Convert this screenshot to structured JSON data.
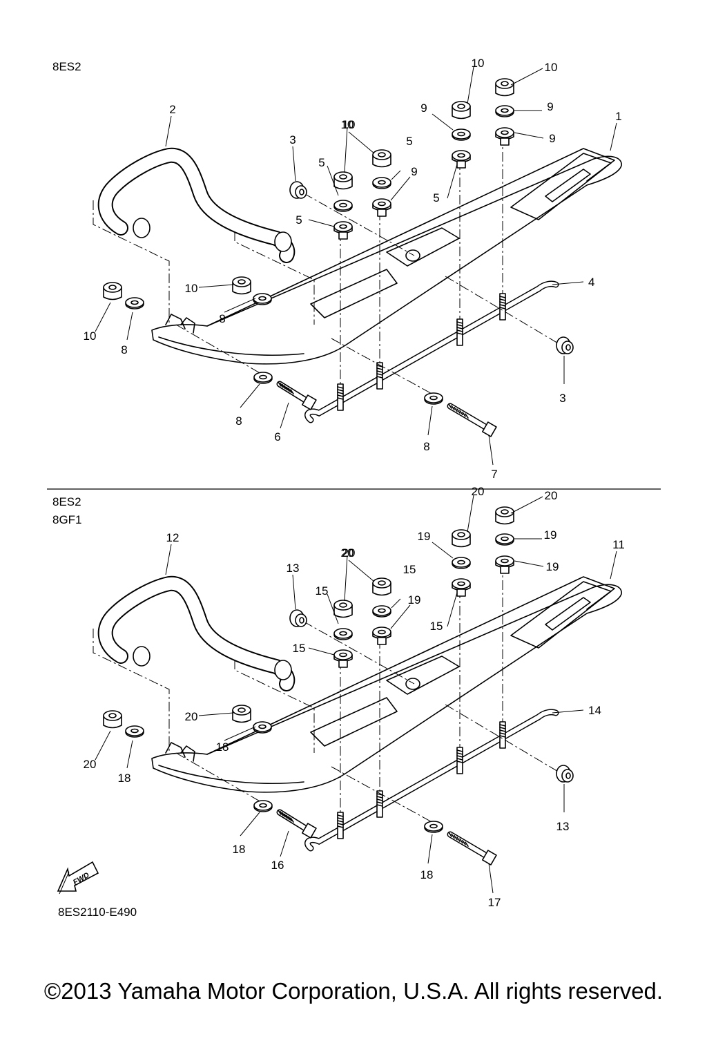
{
  "top_panel": {
    "model_code": "8ES2",
    "callouts": [
      "1",
      "2",
      "3",
      "3",
      "4",
      "5",
      "5",
      "5",
      "5",
      "6",
      "7",
      "8",
      "8",
      "8",
      "8",
      "9",
      "9",
      "9",
      "9",
      "10",
      "10",
      "10",
      "10",
      "10",
      "10"
    ]
  },
  "bottom_panel": {
    "model_codes": [
      "8ES2",
      "8GF1"
    ],
    "callouts": [
      "11",
      "12",
      "13",
      "13",
      "14",
      "15",
      "15",
      "15",
      "15",
      "16",
      "17",
      "18",
      "18",
      "18",
      "18",
      "19",
      "19",
      "19",
      "19",
      "20",
      "20",
      "20",
      "20",
      "20",
      "20"
    ]
  },
  "fwd_label": "FWD",
  "diagram_code": "8ES2110-E490",
  "copyright": "©2013 Yamaha Motor Corporation, U.S.A. All rights reserved."
}
